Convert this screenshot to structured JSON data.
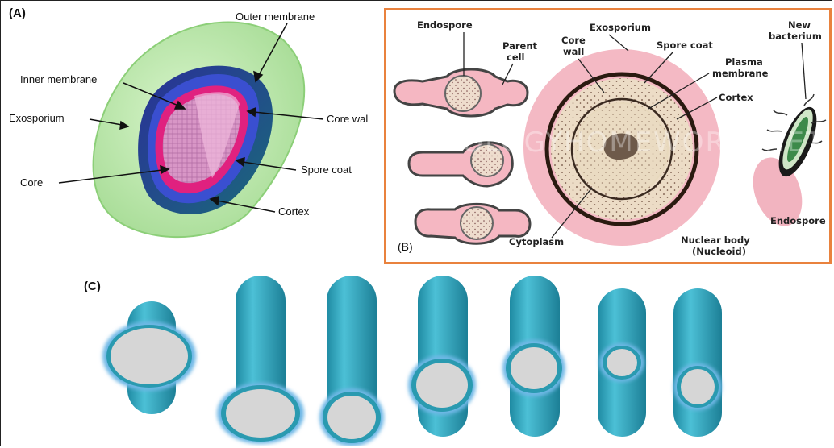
{
  "panel_a": {
    "tag": "(A)",
    "labels": {
      "outer_membrane": "Outer membrane",
      "inner_membrane": "Inner membrane",
      "exosporium": "Exosporium",
      "core_wall": "Core wal",
      "spore_coat": "Spore coat",
      "core": "Core",
      "cortex": "Cortex"
    }
  },
  "panel_b": {
    "tag": "(B)",
    "watermark": "©BIOLOGYHOMEWORKSNET.COM",
    "labels": {
      "endospore_left": "Endospore",
      "parent_cell_1": "Parent",
      "parent_cell_2": "cell",
      "exosporium": "Exosporium",
      "core_wall_1": "Core",
      "core_wall_2": "wall",
      "spore_coat": "Spore coat",
      "plasma_membrane_1": "Plasma",
      "plasma_membrane_2": "membrane",
      "cortex": "Cortex",
      "new_bacterium_1": "New",
      "new_bacterium_2": "bacterium",
      "endospore_right": "Endospore",
      "cytoplasm": "Cytoplasm",
      "nuclear_body_1": "Nuclear body",
      "nuclear_body_2": "(Nucleoid)"
    }
  },
  "panel_c": {
    "tag": "(C)"
  },
  "colors": {
    "panel_b_border": "#e9823e",
    "cell_teal": "#3aa6bd",
    "spore_gray": "#d8d8d8",
    "pink": "#f4b9c4",
    "exosporium_green": "#bfe8b0"
  }
}
